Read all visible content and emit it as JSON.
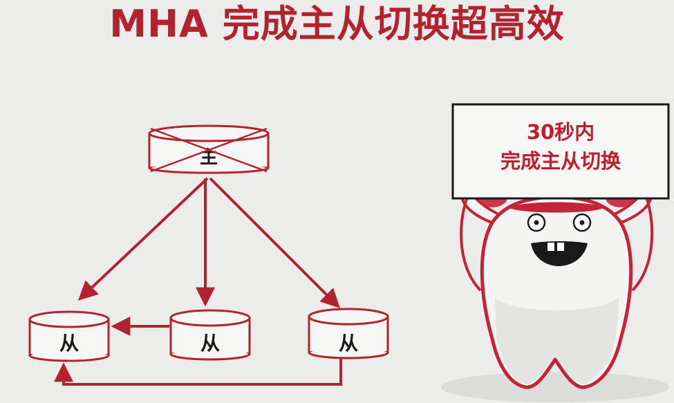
{
  "title": "MHA 完成主从切换超高效",
  "diagram": {
    "master": {
      "label": "主",
      "status": "failed"
    },
    "slaves": [
      {
        "label": "从"
      },
      {
        "label": "从"
      },
      {
        "label": "从"
      }
    ]
  },
  "sign": {
    "line1": "30秒内",
    "line2": "完成主从切换"
  },
  "colors": {
    "accent": "#b3222f",
    "background": "#ececea",
    "mascot_outline": "#c4233a"
  }
}
